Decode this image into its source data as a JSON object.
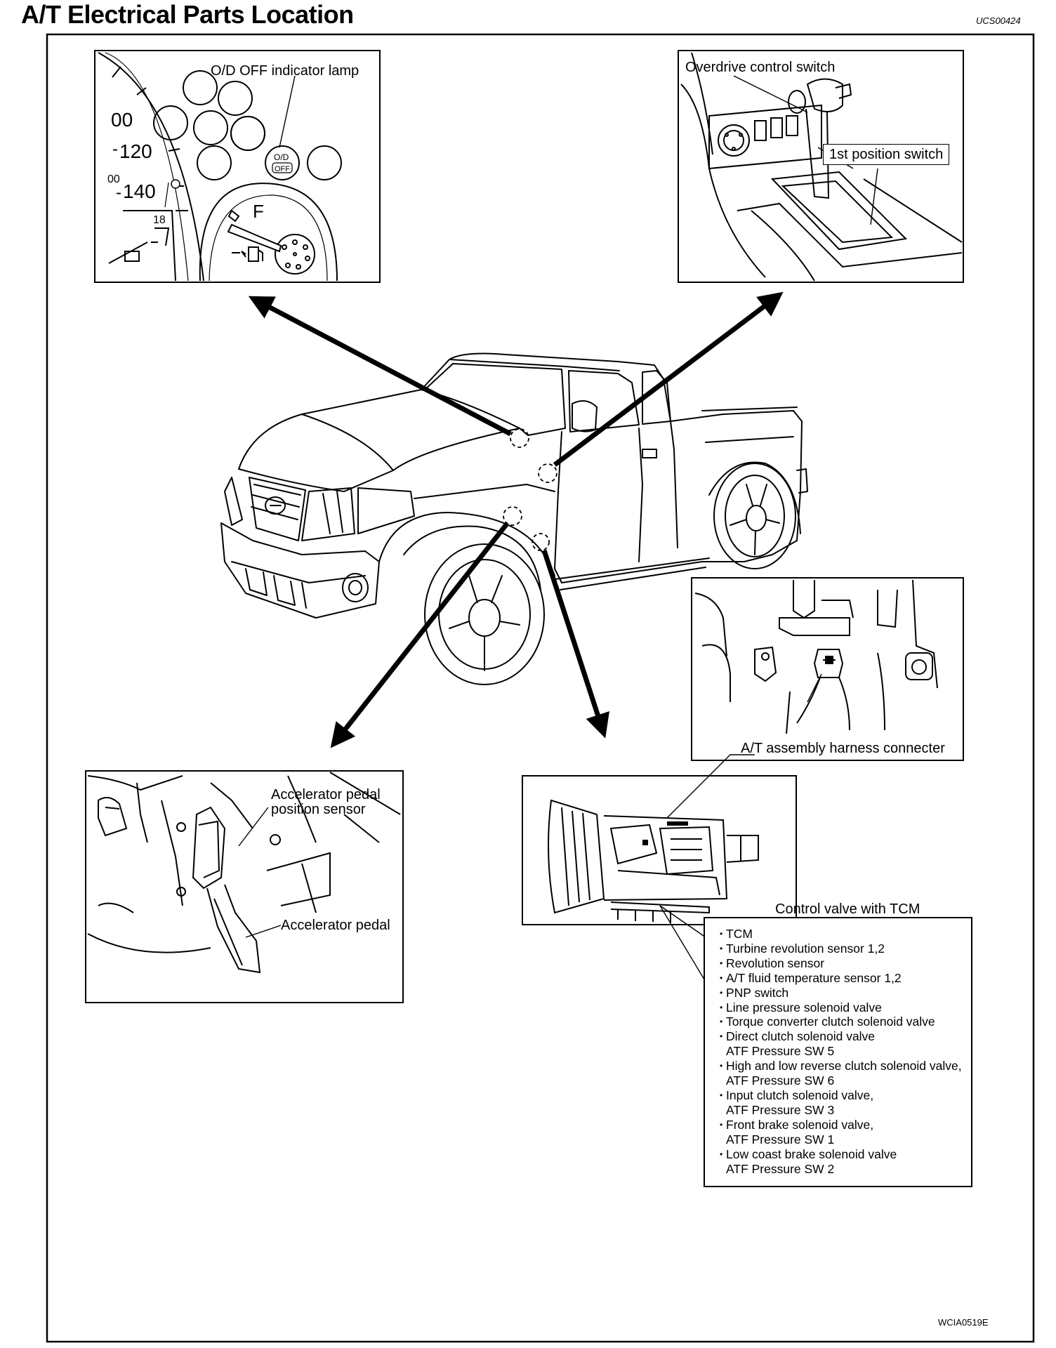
{
  "header": {
    "title": "A/T Electrical Parts Location",
    "section_code": "UCS00424"
  },
  "figure_code": "WCIA0519E",
  "meter_panel": {
    "label": "O/D OFF indicator lamp",
    "ticks": [
      "00",
      "120",
      "140",
      "00",
      "18",
      "F"
    ],
    "lamp_text_top": "O/D",
    "lamp_text_bottom": "OFF"
  },
  "console_panel": {
    "label_overdrive": "Overdrive control switch",
    "label_first": "1st position switch"
  },
  "harness_panel": {
    "label": "A/T assembly harness connecter"
  },
  "pedal_panel": {
    "label_sensor": "Accelerator pedal\nposition sensor",
    "label_pedal": "Accelerator pedal"
  },
  "transmission_panel": {
    "label": "Control valve with TCM"
  },
  "tcm_components": [
    {
      "text": "TCM"
    },
    {
      "text": "Turbine revolution sensor 1,2"
    },
    {
      "text": "Revolution sensor"
    },
    {
      "text": "A/T fluid temperature sensor 1,2"
    },
    {
      "text": "PNP switch"
    },
    {
      "text": "Line pressure solenoid valve"
    },
    {
      "text": "Torque converter clutch solenoid valve"
    },
    {
      "text": "Direct clutch solenoid valve",
      "sub": "ATF Pressure SW 5"
    },
    {
      "text": "High and low reverse clutch solenoid valve,",
      "sub": "ATF Pressure SW 6"
    },
    {
      "text": "Input clutch solenoid valve,",
      "sub": "ATF Pressure SW 3"
    },
    {
      "text": "Front brake solenoid valve,",
      "sub": "ATF Pressure SW 1"
    },
    {
      "text": "Low coast brake solenoid valve",
      "sub": "ATF Pressure SW 2"
    }
  ]
}
